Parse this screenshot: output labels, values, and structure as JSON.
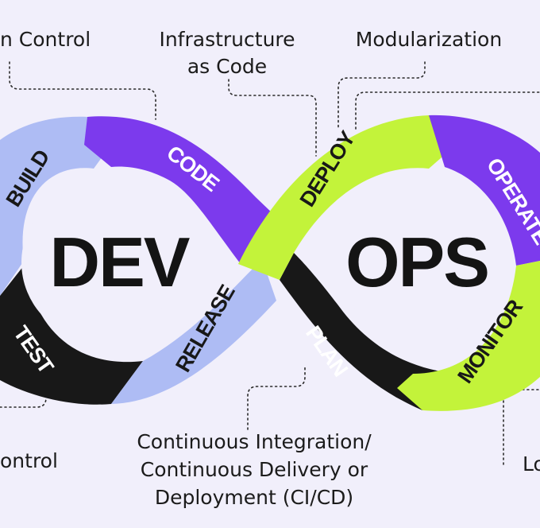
{
  "colors": {
    "background": "#f1effb",
    "purple": "#7c3aed",
    "lavender": "#aebcf4",
    "black": "#181818",
    "lime": "#c3f33a",
    "white": "#ffffff"
  },
  "center_labels": {
    "dev": "DEV",
    "ops": "OPS"
  },
  "segments": {
    "build": "BUILD",
    "code": "CODE",
    "test": "TEST",
    "release": "RELEASE",
    "deploy": "DEPLOY",
    "operate": "OPERATE",
    "plan": "PLAN",
    "monitor": "MONITOR"
  },
  "callouts": {
    "version_control": "n Control",
    "infrastructure_line1": "Infrastructure",
    "infrastructure_line2": "as Code",
    "modularization": "Modularization",
    "left_bottom": "ontrol",
    "cicd_line1": "Continuous Integration/",
    "cicd_line2": "Continuous Delivery or",
    "cicd_line3": "Deployment (CI/CD)",
    "right_bottom": "Lo"
  }
}
